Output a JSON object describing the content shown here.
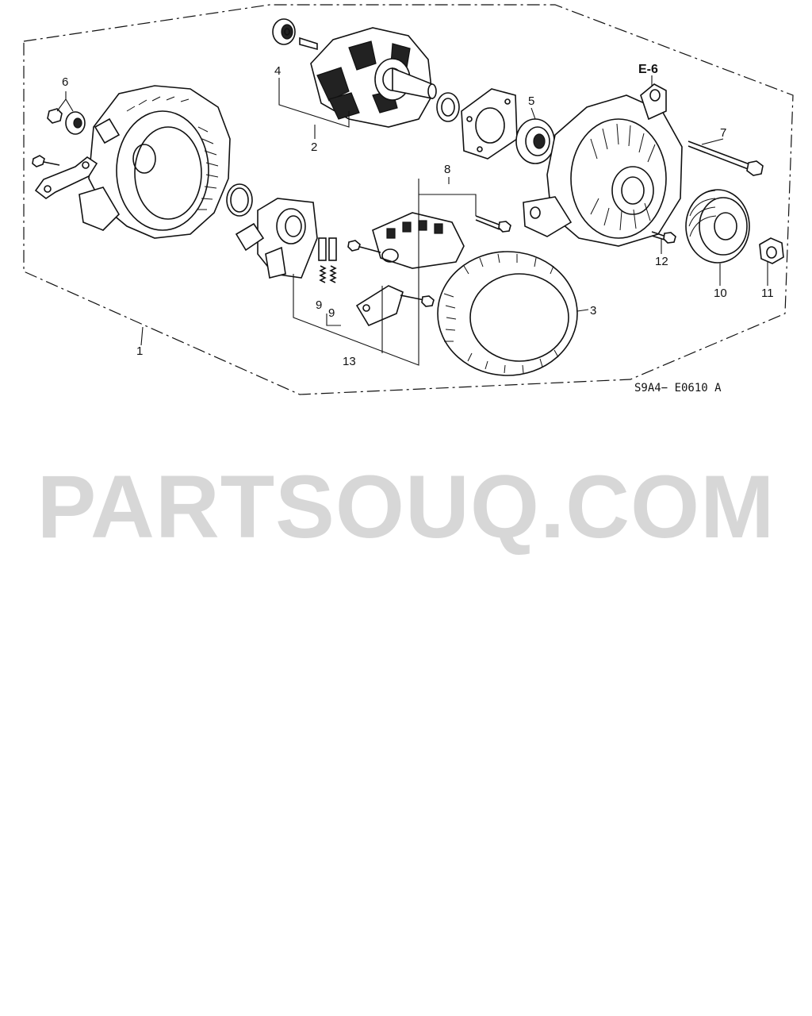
{
  "diagram": {
    "reference_code": "S9A4− E0610 A",
    "cross_reference": "E-6",
    "callouts": [
      "1",
      "2",
      "3",
      "4",
      "5",
      "6",
      "7",
      "8",
      "9",
      "9",
      "10",
      "11",
      "12",
      "13"
    ]
  },
  "watermark": {
    "text": "PARTSOUQ.COM"
  }
}
